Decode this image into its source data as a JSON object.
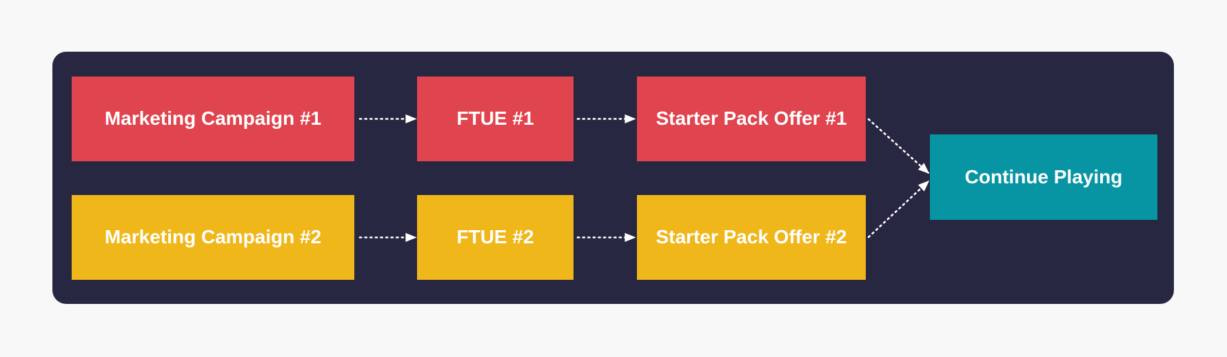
{
  "colors": {
    "page": "#F8F8F9",
    "panel": "#272742",
    "red": "#E0444E",
    "yellow": "#F0B71B",
    "teal": "#0895A3",
    "connector": "#FFFFFF",
    "text": "#FFFFFF"
  },
  "diagram": {
    "nodes": [
      {
        "id": "marketing-campaign-1",
        "label": "Marketing Campaign #1",
        "color_key": "red"
      },
      {
        "id": "ftue-1",
        "label": "FTUE #1",
        "color_key": "red"
      },
      {
        "id": "starter-pack-offer-1",
        "label": "Starter Pack Offer #1",
        "color_key": "red"
      },
      {
        "id": "marketing-campaign-2",
        "label": "Marketing Campaign #2",
        "color_key": "yellow"
      },
      {
        "id": "ftue-2",
        "label": "FTUE #2",
        "color_key": "yellow"
      },
      {
        "id": "starter-pack-offer-2",
        "label": "Starter Pack Offer #2",
        "color_key": "yellow"
      },
      {
        "id": "continue-playing",
        "label": "Continue Playing",
        "color_key": "teal"
      }
    ],
    "edges": [
      {
        "from": "marketing-campaign-1",
        "to": "ftue-1",
        "style": "dotted-arrow"
      },
      {
        "from": "ftue-1",
        "to": "starter-pack-offer-1",
        "style": "dotted-arrow"
      },
      {
        "from": "starter-pack-offer-1",
        "to": "continue-playing",
        "style": "dotted-arrow"
      },
      {
        "from": "marketing-campaign-2",
        "to": "ftue-2",
        "style": "dotted-arrow"
      },
      {
        "from": "ftue-2",
        "to": "starter-pack-offer-2",
        "style": "dotted-arrow"
      },
      {
        "from": "starter-pack-offer-2",
        "to": "continue-playing",
        "style": "dotted-arrow"
      }
    ]
  }
}
